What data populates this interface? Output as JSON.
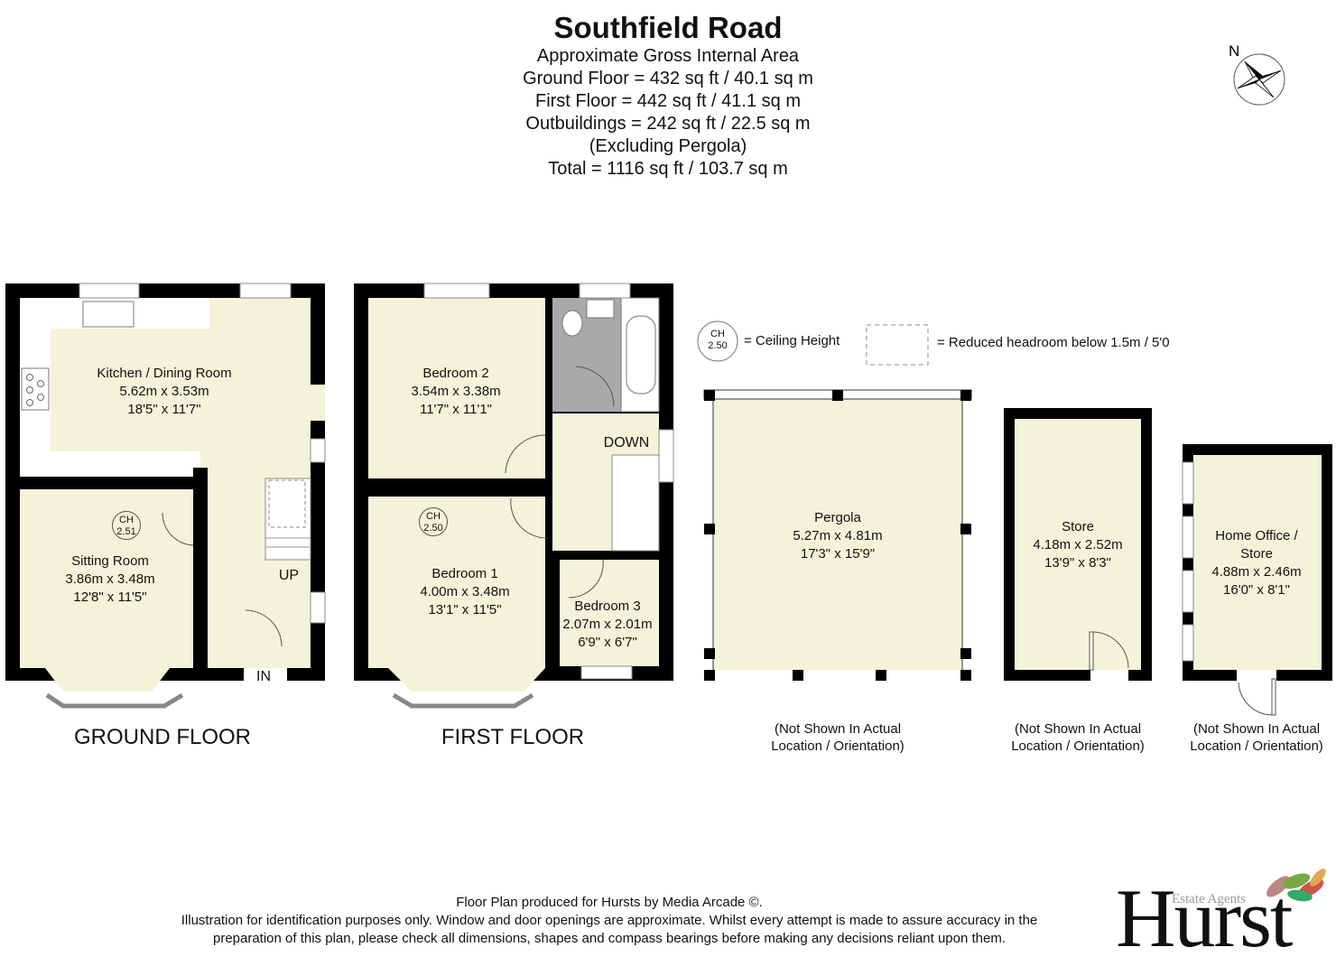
{
  "header": {
    "title": "Southfield Road",
    "subtitle": "Approximate Gross Internal Area",
    "ground_floor": "Ground Floor = 432 sq ft / 40.1 sq m",
    "first_floor": "First Floor = 442 sq ft / 41.1 sq m",
    "outbuildings": "Outbuildings = 242 sq ft / 22.5 sq m",
    "excluding": "(Excluding Pergola)",
    "total": "Total = 1116 sq ft / 103.7 sq m"
  },
  "compass": {
    "label": "N"
  },
  "legend": {
    "ch_top": "CH",
    "ch_value": "2.50",
    "ch_text": "= Ceiling Height",
    "reduced_text": "= Reduced headroom below 1.5m / 5'0"
  },
  "ground_floor": {
    "label": "GROUND FLOOR",
    "rooms": [
      {
        "name": "Kitchen / Dining Room",
        "metric": "5.62m x 3.53m",
        "imperial": "18'5\" x 11'7\""
      },
      {
        "name": "Sitting Room",
        "metric": "3.86m x 3.48m",
        "imperial": "12'8\" x 11'5\""
      }
    ],
    "ceiling_height": {
      "top": "CH",
      "value": "2.51"
    },
    "up_label": "UP",
    "in_label": "IN"
  },
  "first_floor": {
    "label": "FIRST FLOOR",
    "rooms": [
      {
        "name": "Bedroom 2",
        "metric": "3.54m x 3.38m",
        "imperial": "11'7\" x 11'1\""
      },
      {
        "name": "Bedroom 1",
        "metric": "4.00m x 3.48m",
        "imperial": "13'1\" x 11'5\""
      },
      {
        "name": "Bedroom 3",
        "metric": "2.07m x 2.01m",
        "imperial": "6'9\" x 6'7\""
      }
    ],
    "ceiling_height": {
      "top": "CH",
      "value": "2.50"
    },
    "down_label": "DOWN"
  },
  "outbuildings": [
    {
      "name": "Pergola",
      "metric": "5.27m x 4.81m",
      "imperial": "17'3\" x 15'9\"",
      "note_1": "(Not Shown In Actual",
      "note_2": "Location / Orientation)"
    },
    {
      "name": "Store",
      "metric": "4.18m x 2.52m",
      "imperial": "13'9\" x 8'3\"",
      "note_1": "(Not Shown In Actual",
      "note_2": "Location / Orientation)"
    },
    {
      "name": "Home Office /",
      "name_2": "Store",
      "metric": "4.88m x 2.46m",
      "imperial": "16'0\" x 8'1\"",
      "note_1": "(Not Shown In Actual",
      "note_2": "Location / Orientation)"
    }
  ],
  "footer": {
    "line_1": "Floor Plan produced for Hursts by Media Arcade ©.",
    "line_2": "Illustration for identification purposes only. Window and door openings are approximate. Whilst every attempt is made to assure accuracy in the",
    "line_3": "preparation of this plan, please check all dimensions, shapes and compass bearings before making any decisions reliant upon them."
  },
  "logo": {
    "small": "Estate Agents",
    "big": "Hurst"
  },
  "colors": {
    "room_fill": "#f3f3d9",
    "wall": "#000000",
    "bathroom": "#a9a9ab"
  }
}
